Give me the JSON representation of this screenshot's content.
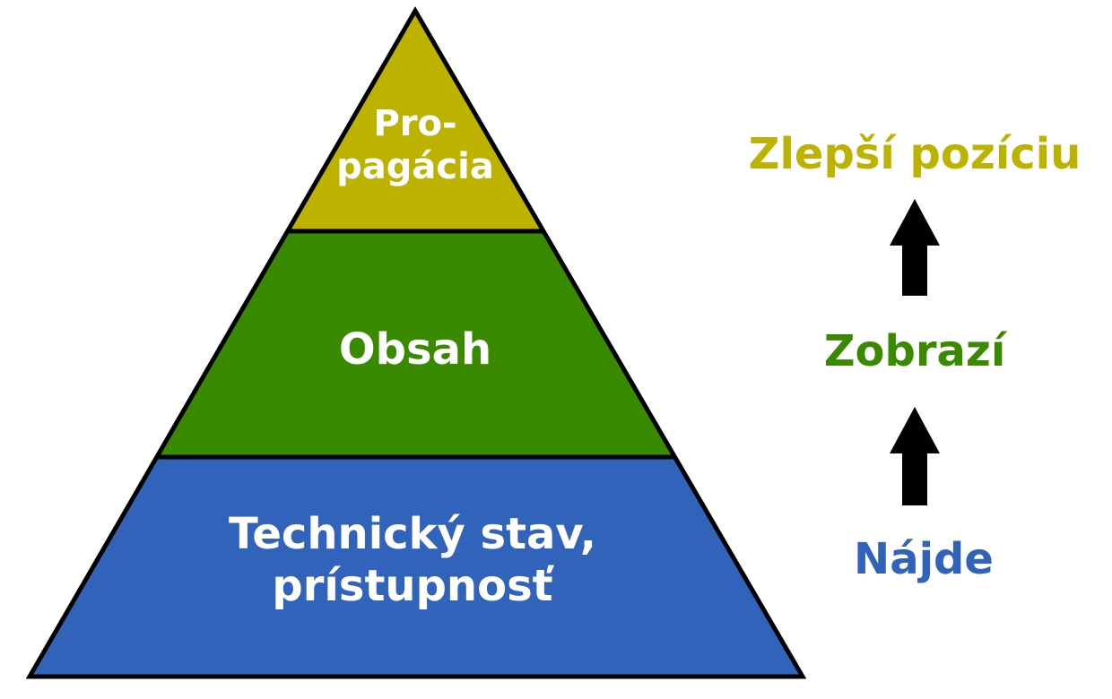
{
  "pyramid": {
    "top": {
      "line1": "Pro-",
      "line2": "pagácia",
      "color": "#BDB200"
    },
    "middle": {
      "label": "Obsah",
      "color": "#3A8A00"
    },
    "bottom": {
      "line1": "Technický stav,",
      "line2": "prístupnosť",
      "color": "#3063B9"
    }
  },
  "steps": {
    "top": {
      "label": "Zlepší pozíciu",
      "color": "#BDB200"
    },
    "middle": {
      "label": "Zobrazí",
      "color": "#3A8A00"
    },
    "bottom": {
      "label": "Nájde",
      "color": "#3063B9"
    },
    "arrow_icon": "arrow-up-icon"
  }
}
